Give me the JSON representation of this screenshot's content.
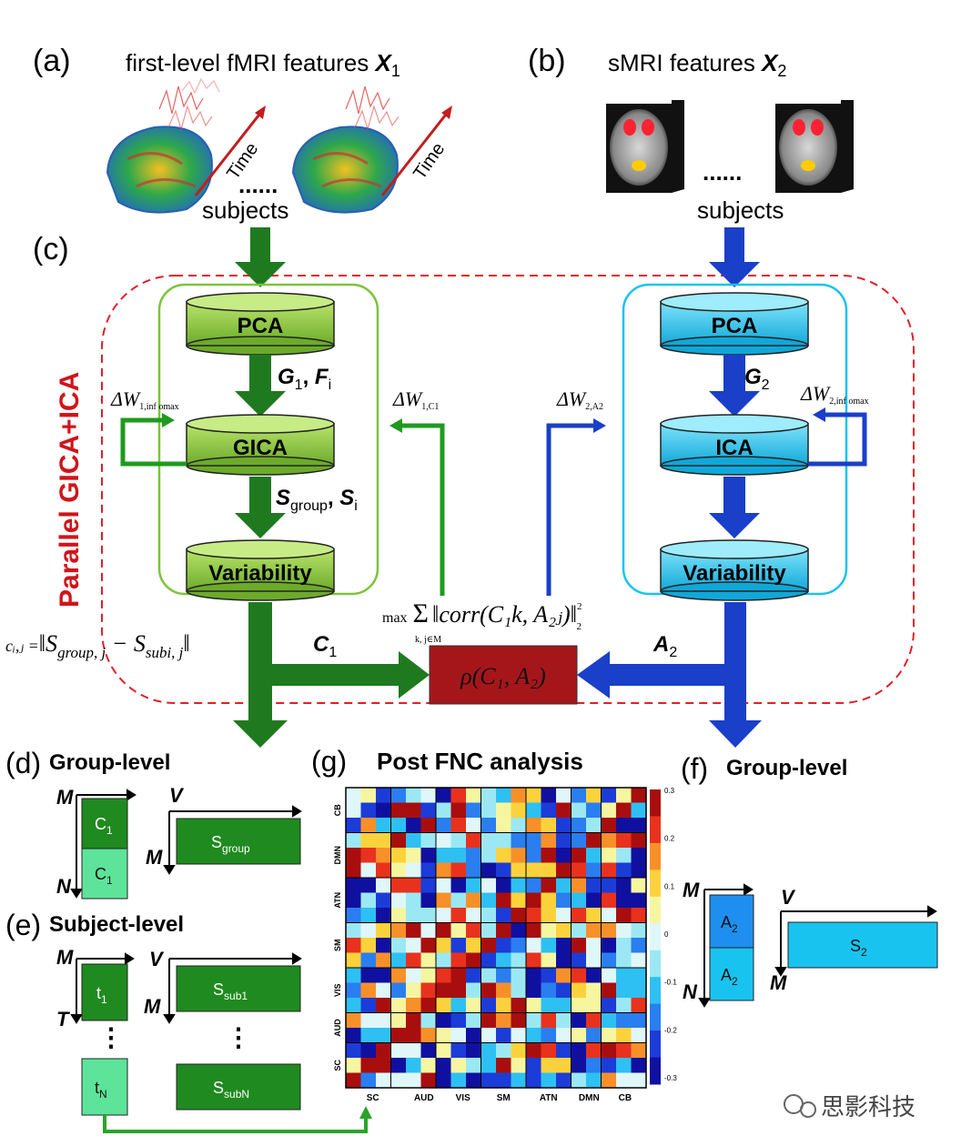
{
  "panels": {
    "a": {
      "tag": "(a)",
      "title": "first-level fMRI features ",
      "var": "X",
      "sub": "1",
      "time": "Time",
      "dots": "......",
      "subjects": "subjects"
    },
    "b": {
      "tag": "(b)",
      "title": "sMRI features ",
      "var": "X",
      "sub": "2",
      "dots": "......",
      "subjects": "subjects"
    },
    "c": {
      "tag": "(c)",
      "side_label": "Parallel GICA+ICA"
    },
    "d": {
      "tag": "(d)",
      "title": "Group-level"
    },
    "e": {
      "tag": "(e)",
      "title": "Subject-level"
    },
    "f": {
      "tag": "(f)",
      "title": "Group-level"
    },
    "g": {
      "tag": "(g)",
      "title": "Post FNC analysis"
    }
  },
  "left_pipeline": {
    "pca": "PCA",
    "gica": "GICA",
    "variability": "Variability",
    "g1": "G",
    "g1_sub": "1",
    "f": "F",
    "f_sub": "i",
    "s_group": "S",
    "s_group_sub": "group",
    "s_i": "S",
    "s_i_sub": "i",
    "dw_self": "ΔW",
    "dw_self_sub": "1,inf omax",
    "dw_cross": "ΔW",
    "dw_cross_sub": "1,C1",
    "c1": "C",
    "c1_sub": "1"
  },
  "right_pipeline": {
    "pca": "PCA",
    "ica": "ICA",
    "variability": "Variability",
    "g2": "G",
    "g2_sub": "2",
    "dw_self": "ΔW",
    "dw_self_sub": "2,inf omax",
    "dw_cross": "ΔW",
    "dw_cross_sub": "2,A2",
    "a2": "A",
    "a2_sub": "2"
  },
  "center": {
    "rho": "ρ(C₁, A₂)",
    "objective_max": "max",
    "objective_sum": "Σ",
    "objective_under": "k, j∈M",
    "objective_body": "‖corr(C₁k, A₂ⱼ)‖",
    "objective_sup": "2",
    "objective_sub": "2",
    "c_formula_lhs": "cᵢ,ⱼ =",
    "c_formula_body": "‖S",
    "c_formula_group": "group, j",
    "c_formula_minus": " − S",
    "c_formula_subi": "subi, j",
    "c_formula_end": "‖"
  },
  "matrices": {
    "d": {
      "m": "M",
      "n": "N",
      "v": "V",
      "m2": "M",
      "c_top": "C",
      "c_top_sub": "1",
      "c_bot": "C",
      "c_bot_sub": "1",
      "s": "S",
      "s_sub": "group"
    },
    "e": {
      "m": "M",
      "t": "T",
      "v": "V",
      "m2": "M",
      "t1": "t",
      "t1_sub": "1",
      "tn": "t",
      "tn_sub": "N",
      "dots": "⋮",
      "s1": "S",
      "s1_sub": "sub1",
      "sn": "S",
      "sn_sub": "subN"
    },
    "f": {
      "m": "M",
      "n": "N",
      "v": "V",
      "m2": "M",
      "a_top": "A",
      "a_top_sub": "2",
      "a_bot": "A",
      "a_bot_sub": "2",
      "s": "S",
      "s_sub": "2"
    }
  },
  "fnc": {
    "row_labels": [
      "CB",
      "DMN",
      "ATN",
      "SM",
      "VIS",
      "AUD",
      "SC"
    ],
    "col_labels": [
      "SC",
      "AUD",
      "VIS",
      "SM",
      "ATN",
      "DMN",
      "CB"
    ],
    "colorbar_ticks": [
      "0.3",
      "0.2",
      "0.1",
      "0",
      "-0.1",
      "-0.2",
      "-0.3"
    ]
  },
  "watermark": "思影科技",
  "colors": {
    "green_dark": "#1e7a1e",
    "green_box": "#8ccf3f",
    "blue_dark": "#1a3fc8",
    "cyan_box": "#19c3ef",
    "red_box": "#a5161b",
    "dashed_red": "#e0202a"
  }
}
